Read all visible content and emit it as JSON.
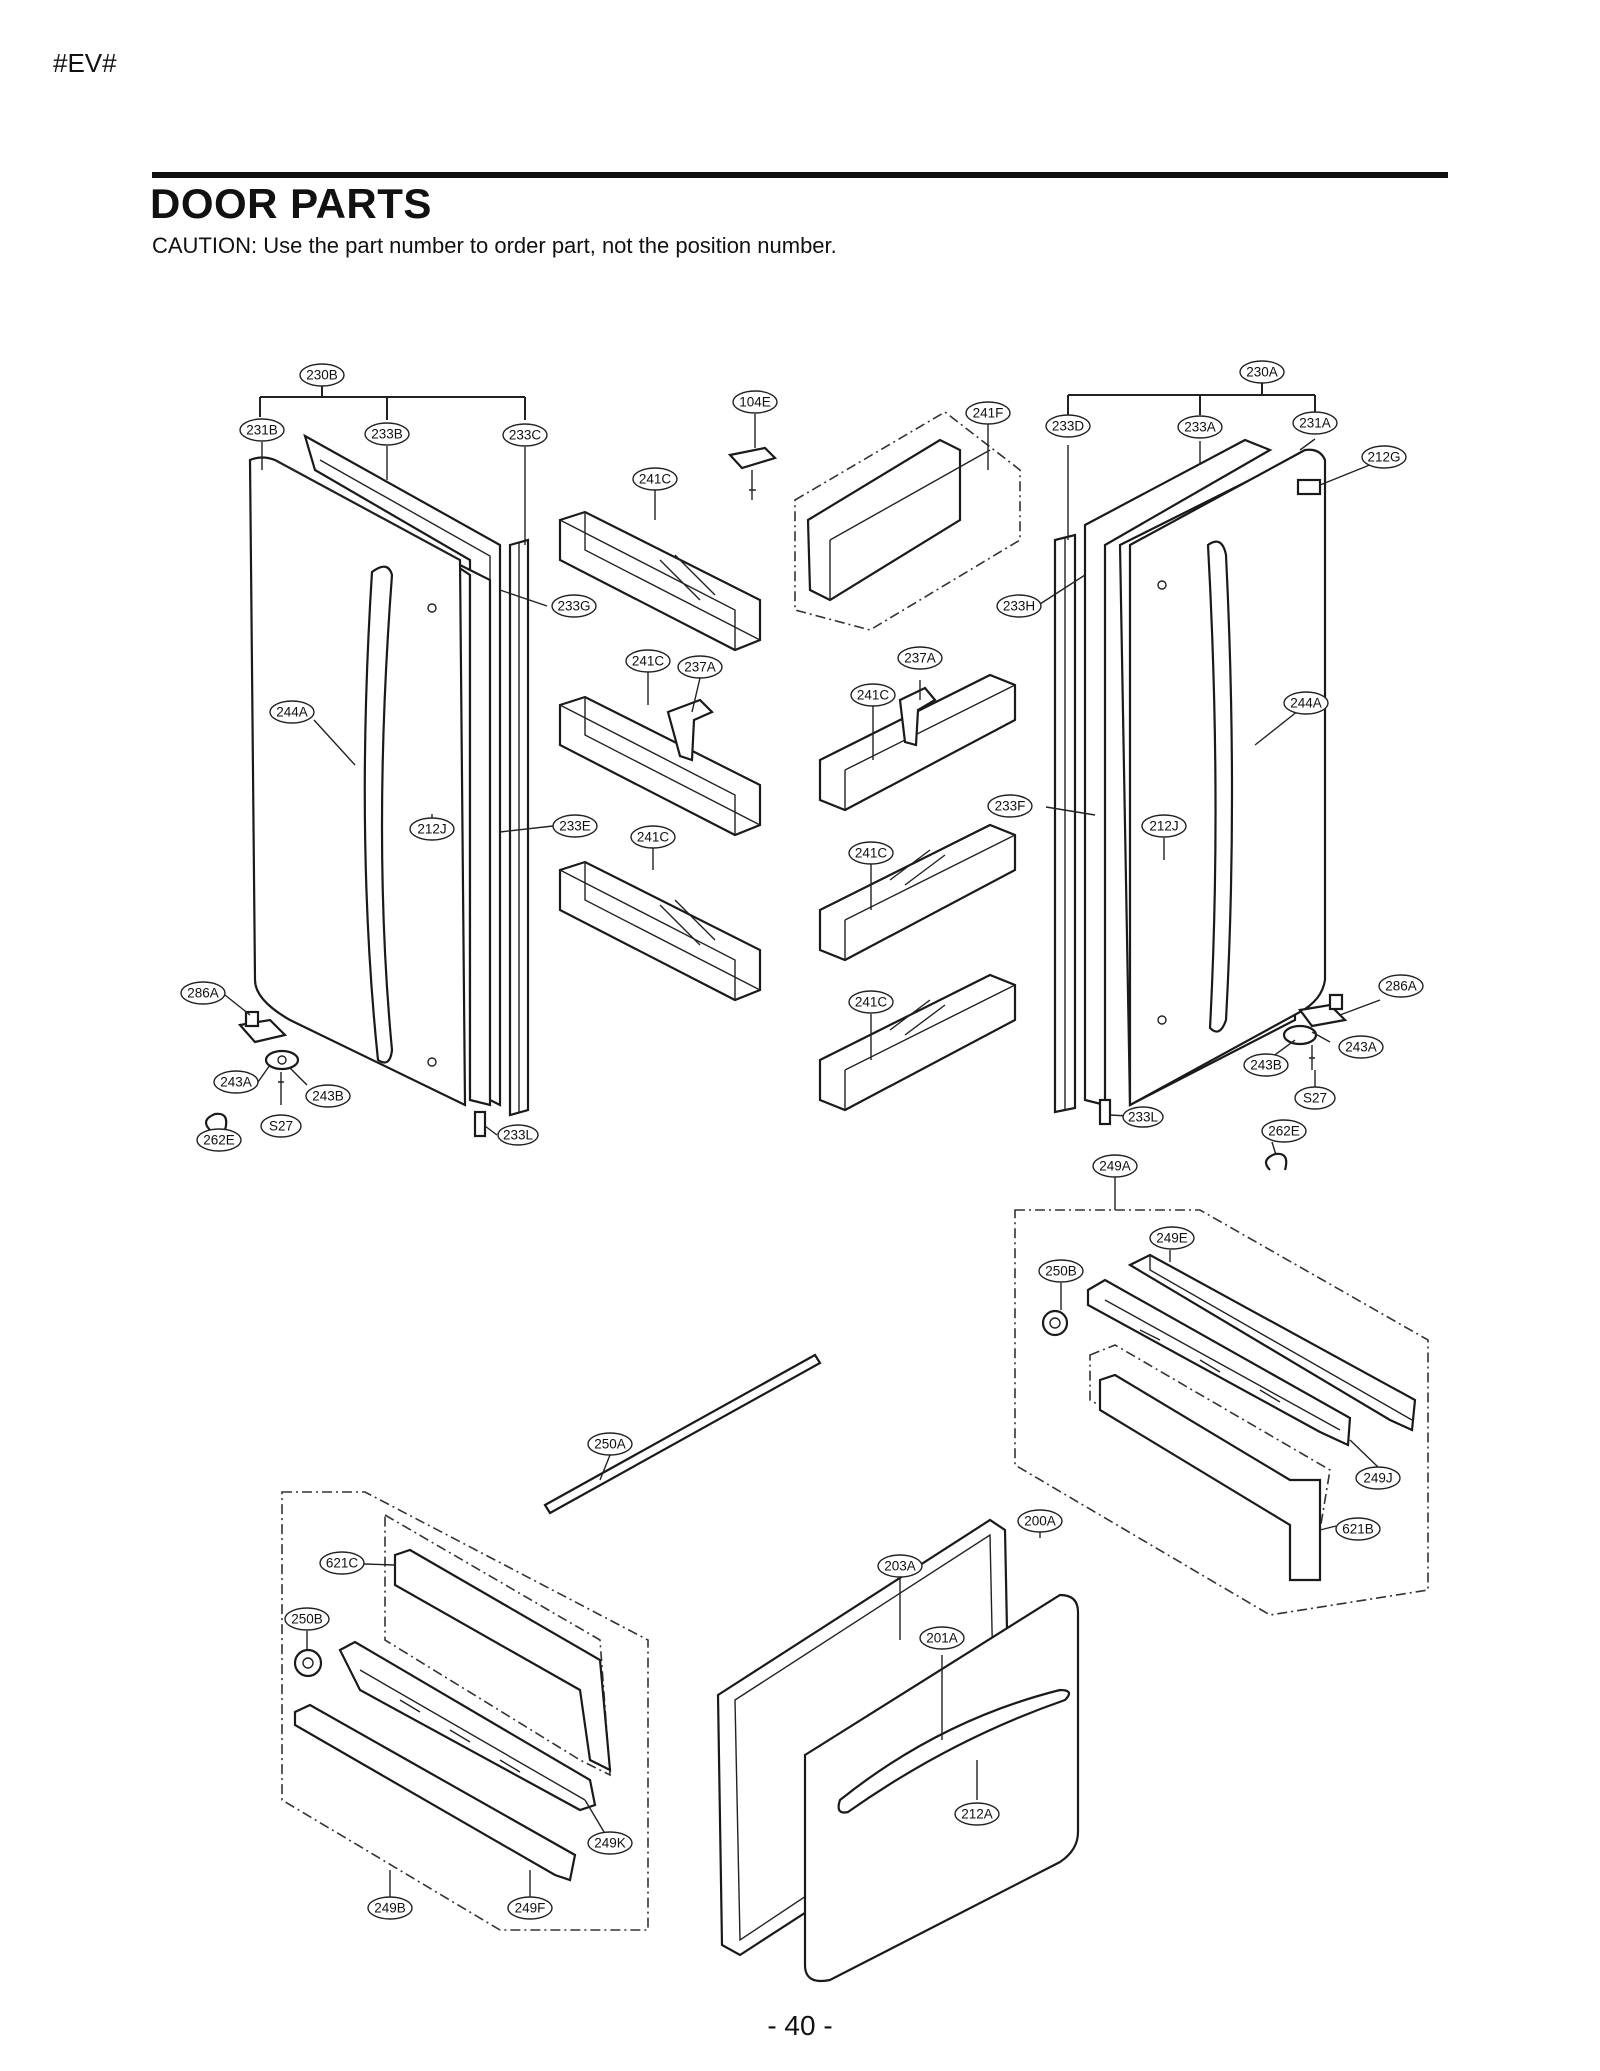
{
  "page": {
    "tag": "#EV#",
    "title": "DOOR PARTS",
    "caution": "CAUTION: Use the part number to order part, not the position number.",
    "page_number": "- 40 -"
  },
  "labels": {
    "l230B": "230B",
    "l231B": "231B",
    "l233B": "233B",
    "l233C": "233C",
    "l104E": "104E",
    "l241F": "241F",
    "l241C_a": "241C",
    "l233G": "233G",
    "l241C_b": "241C",
    "l237A_a": "237A",
    "l244A_a": "244A",
    "l212J_a": "212J",
    "l233E": "233E",
    "l241C_c": "241C",
    "l286A_a": "286A",
    "l243A_a": "243A",
    "l243B_a": "243B",
    "l S27_a": "S27",
    "lS27_a": "S27",
    "l262E_a": "262E",
    "l233L_a": "233L",
    "l230A": "230A",
    "l233D": "233D",
    "l233A": "233A",
    "l231A": "231A",
    "l212G": "212G",
    "l233H": "233H",
    "l237A_b": "237A",
    "l241C_d": "241C",
    "l244A_b": "244A",
    "l233F": "233F",
    "l212J_b": "212J",
    "l241C_e": "241C",
    "l241C_f": "241C",
    "l286A_b": "286A",
    "l243A_b": "243A",
    "l243B_b": "243B",
    "lS27_b": "S27",
    "l262E_b": "262E",
    "l233L_b": "233L",
    "l249A": "249A",
    "l249E": "249E",
    "l250B_a": "250B",
    "l249J": "249J",
    "l621B": "621B",
    "l250A": "250A",
    "l621C": "621C",
    "l250B_b": "250B",
    "l249K": "249K",
    "l249B": "249B",
    "l249F": "249F",
    "l200A": "200A",
    "l203A": "203A",
    "l201A": "201A",
    "l212A": "212A"
  }
}
